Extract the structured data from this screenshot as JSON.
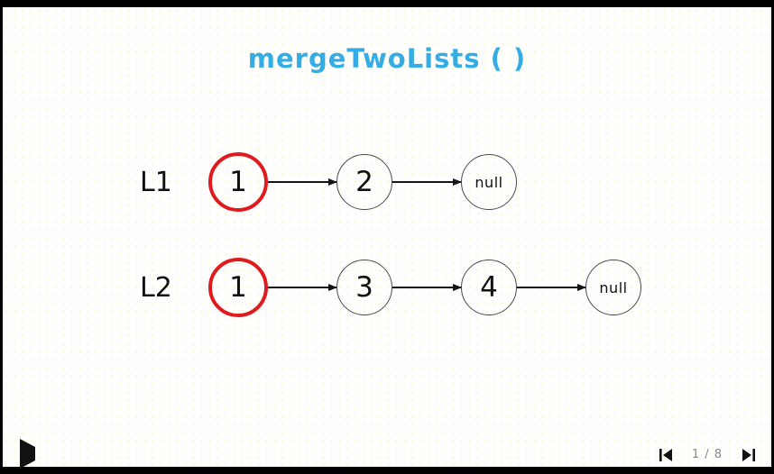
{
  "title": "mergeTwoLists ( )",
  "colors": {
    "accent": "#33ade4",
    "highlight": "#e01b20",
    "node_border": "#4a4a4a",
    "ink": "#111111",
    "page_text": "#8a8a8a",
    "slide_bg": "#fefefe"
  },
  "lists": [
    {
      "label": "L1",
      "nodes": [
        "1",
        "2",
        "null"
      ],
      "highlight_index": 0
    },
    {
      "label": "L2",
      "nodes": [
        "1",
        "3",
        "4",
        "null"
      ],
      "highlight_index": 0
    }
  ],
  "player": {
    "play_icon": "▶",
    "first_icon": "⏮",
    "last_icon": "⏭",
    "page_indicator": "1 / 8"
  }
}
